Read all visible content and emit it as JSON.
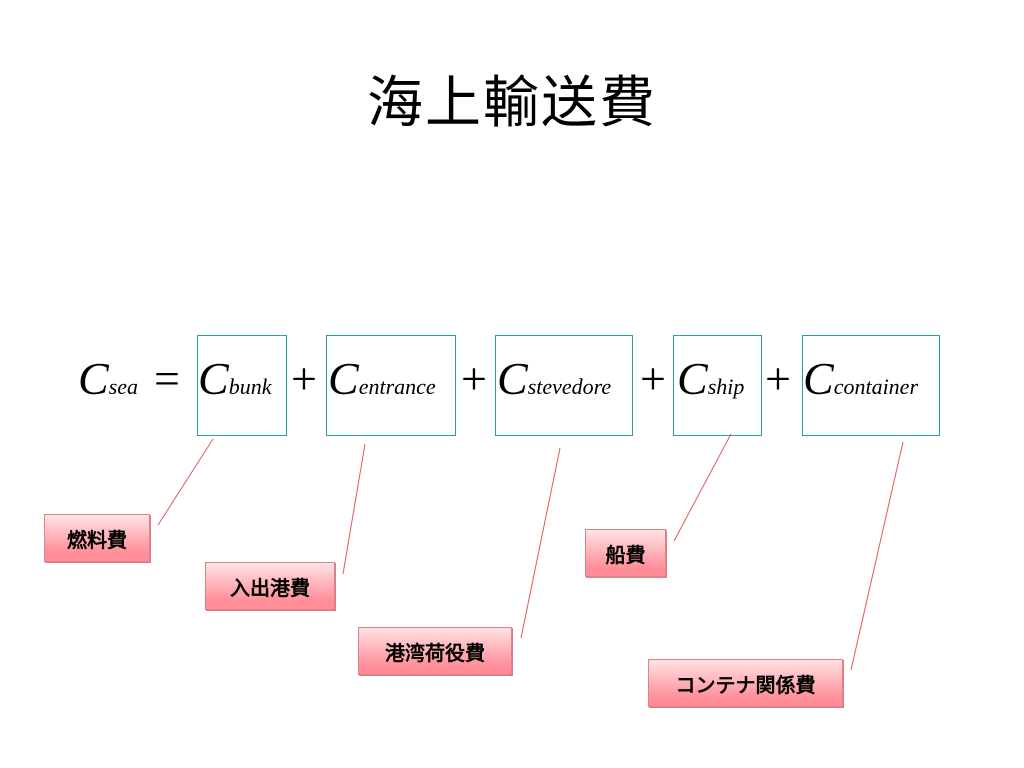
{
  "title": "海上輸送費",
  "equation": {
    "lhs": {
      "symbol": "C",
      "subscript": "sea"
    },
    "equals": "=",
    "plus": "+",
    "terms": [
      {
        "symbol": "C",
        "subscript": "bunk"
      },
      {
        "symbol": "C",
        "subscript": "entrance"
      },
      {
        "symbol": "C",
        "subscript": "stevedore"
      },
      {
        "symbol": "C",
        "subscript": "ship"
      },
      {
        "symbol": "C",
        "subscript": "container"
      }
    ]
  },
  "labels": {
    "fuel": "燃料費",
    "entrance": "入出港費",
    "stevedore": "港湾荷役費",
    "ship": "船費",
    "container": "コンテナ関係費"
  },
  "colors": {
    "box_border": "#2a9d9d",
    "connector_line": "#e05a5a",
    "label_fill": "#ff8c96"
  }
}
